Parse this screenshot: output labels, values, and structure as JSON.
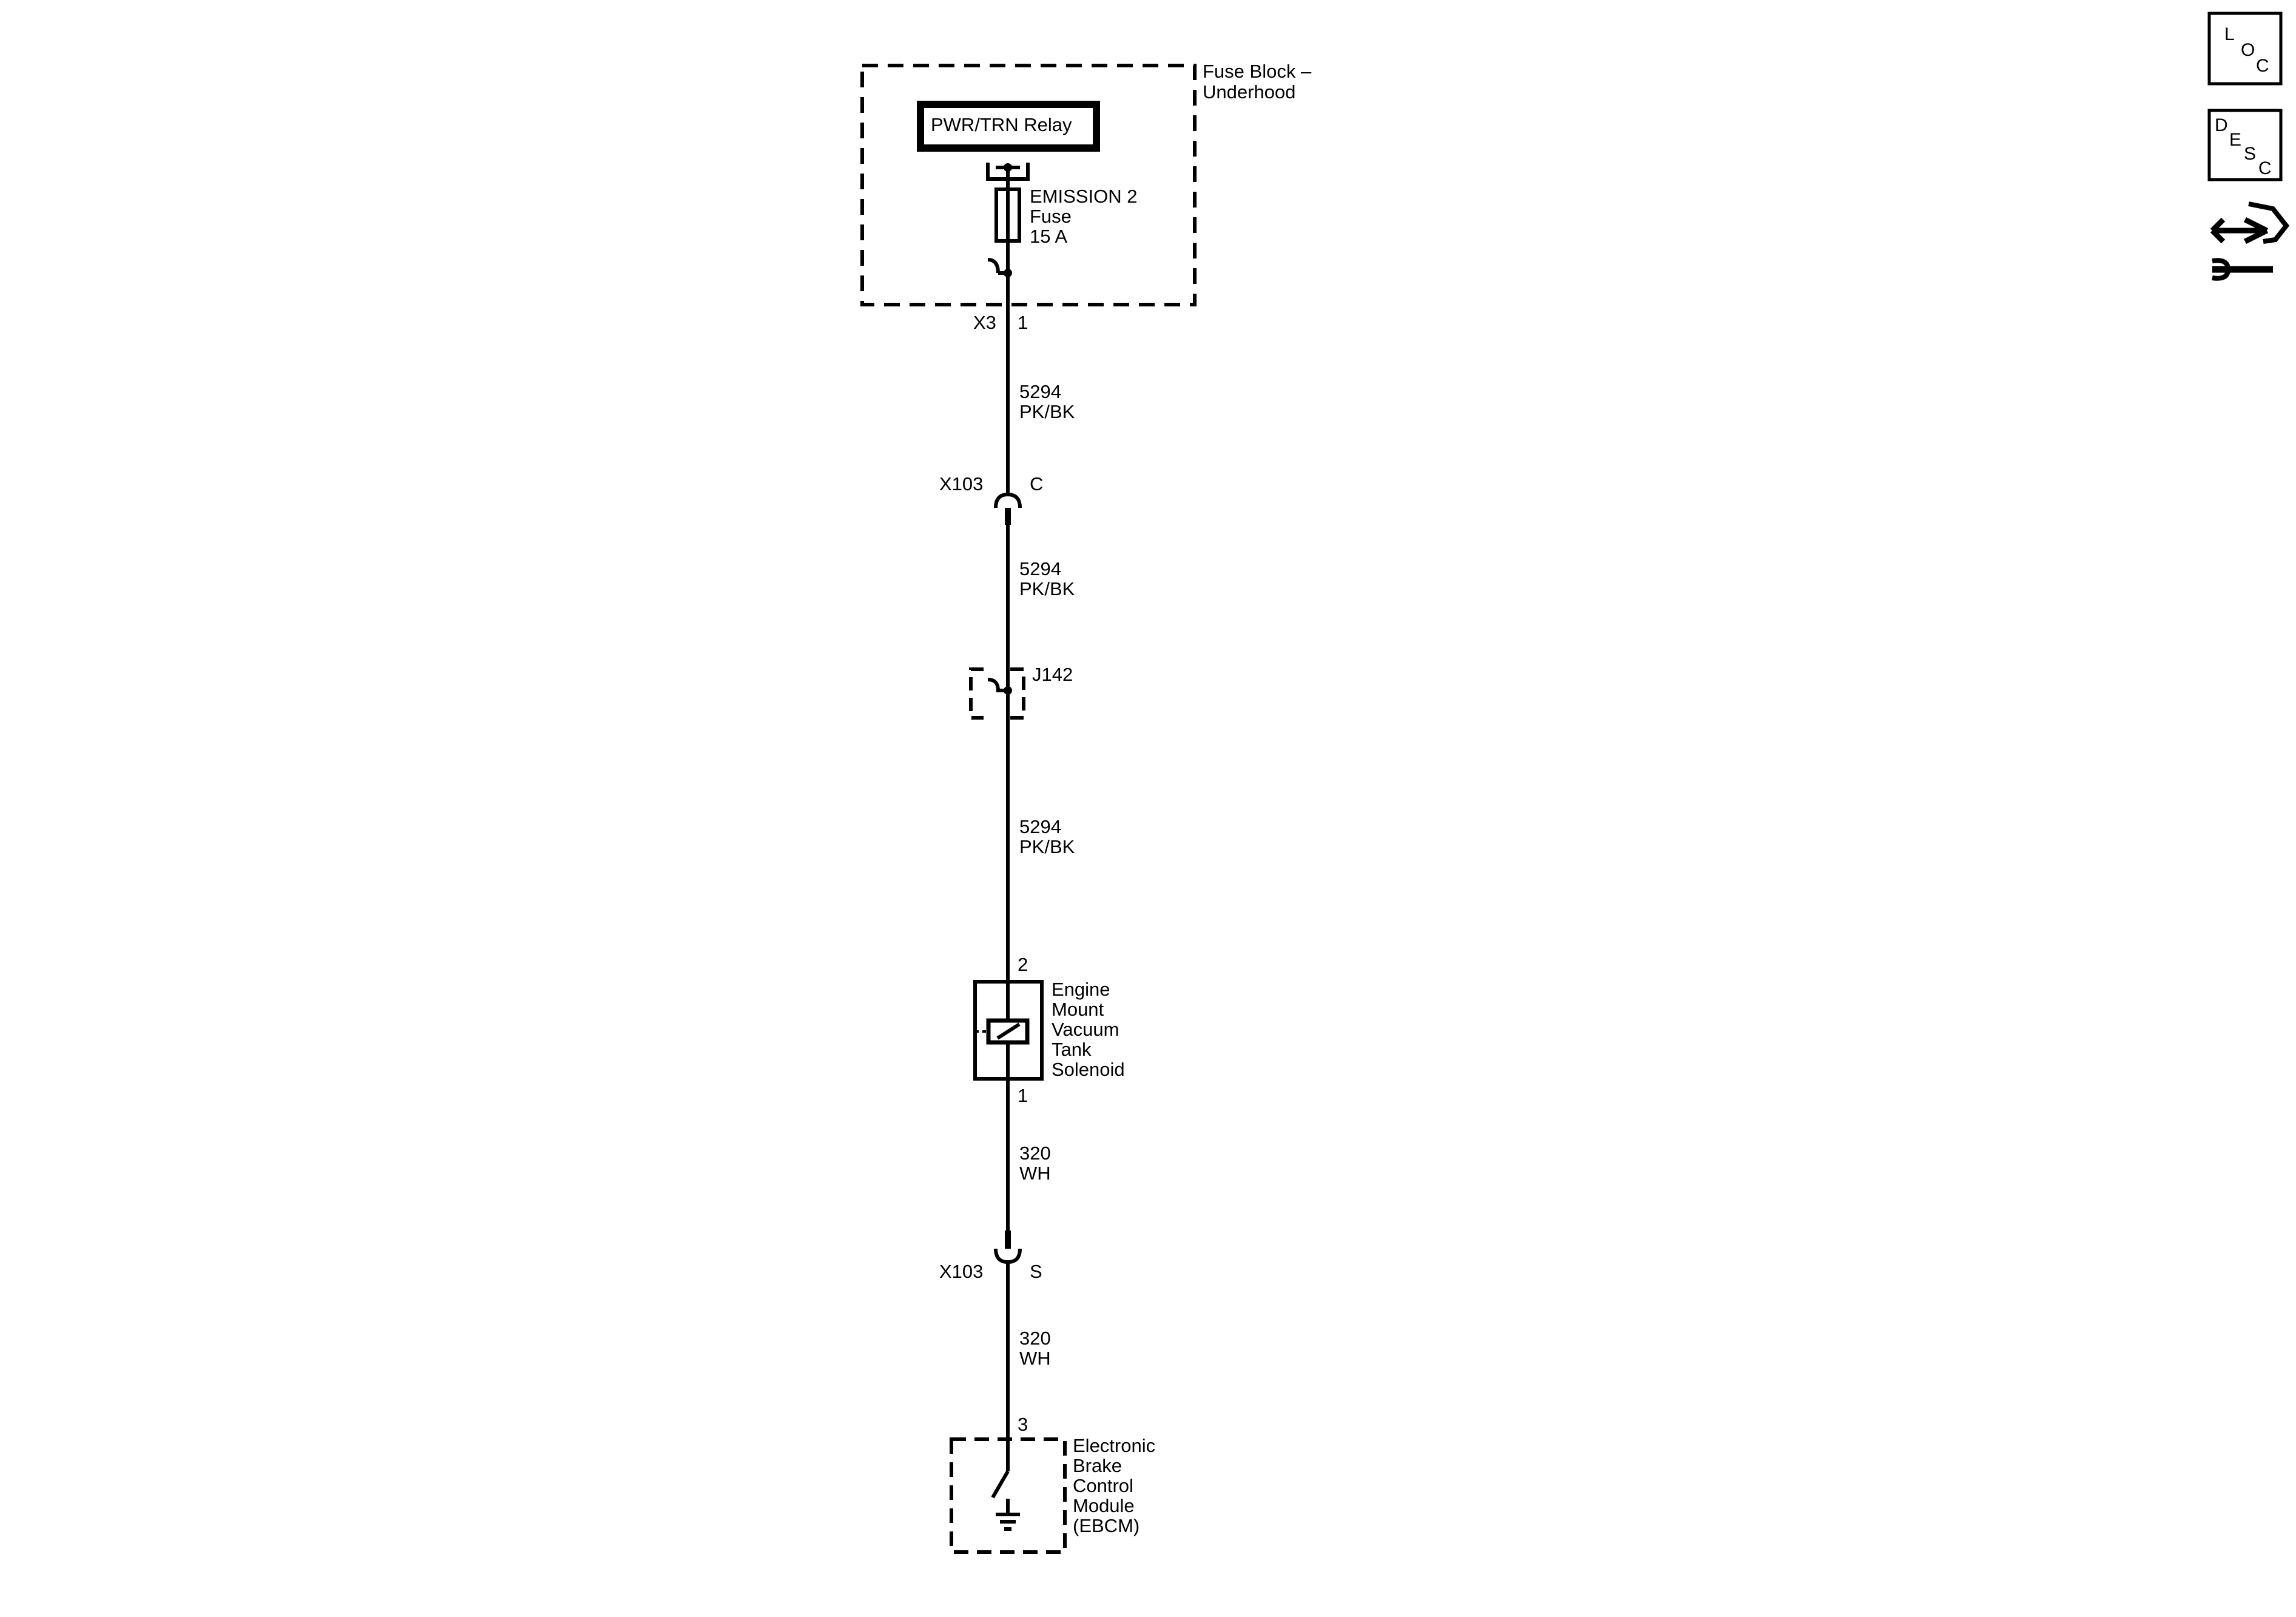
{
  "fuse_block": {
    "name_line1": "Fuse Block –",
    "name_line2": "Underhood",
    "relay_label": "PWR/TRN Relay",
    "fuse_line1": "EMISSION 2",
    "fuse_line2": "Fuse",
    "fuse_line3": "15 A",
    "connector": "X3",
    "pin": "1"
  },
  "wires": [
    {
      "circuit": "5294",
      "color": "PK/BK"
    },
    {
      "circuit": "5294",
      "color": "PK/BK"
    },
    {
      "circuit": "5294",
      "color": "PK/BK"
    },
    {
      "circuit": "320",
      "color": "WH"
    },
    {
      "circuit": "320",
      "color": "WH"
    }
  ],
  "inline_connector_top": {
    "name": "X103",
    "pin": "C"
  },
  "splice": {
    "name": "J142"
  },
  "solenoid": {
    "pin_top": "2",
    "pin_bottom": "1",
    "name_lines": [
      "Engine",
      "Mount",
      "Vacuum",
      "Tank",
      "Solenoid"
    ]
  },
  "inline_connector_bottom": {
    "name": "X103",
    "pin": "S"
  },
  "ebcm": {
    "pin": "3",
    "name_lines": [
      "Electronic",
      "Brake",
      "Control",
      "Module",
      "(EBCM)"
    ]
  },
  "nav": {
    "loc": [
      "L",
      "O",
      "C"
    ],
    "desc": [
      "D",
      "E",
      "S",
      "C"
    ]
  }
}
